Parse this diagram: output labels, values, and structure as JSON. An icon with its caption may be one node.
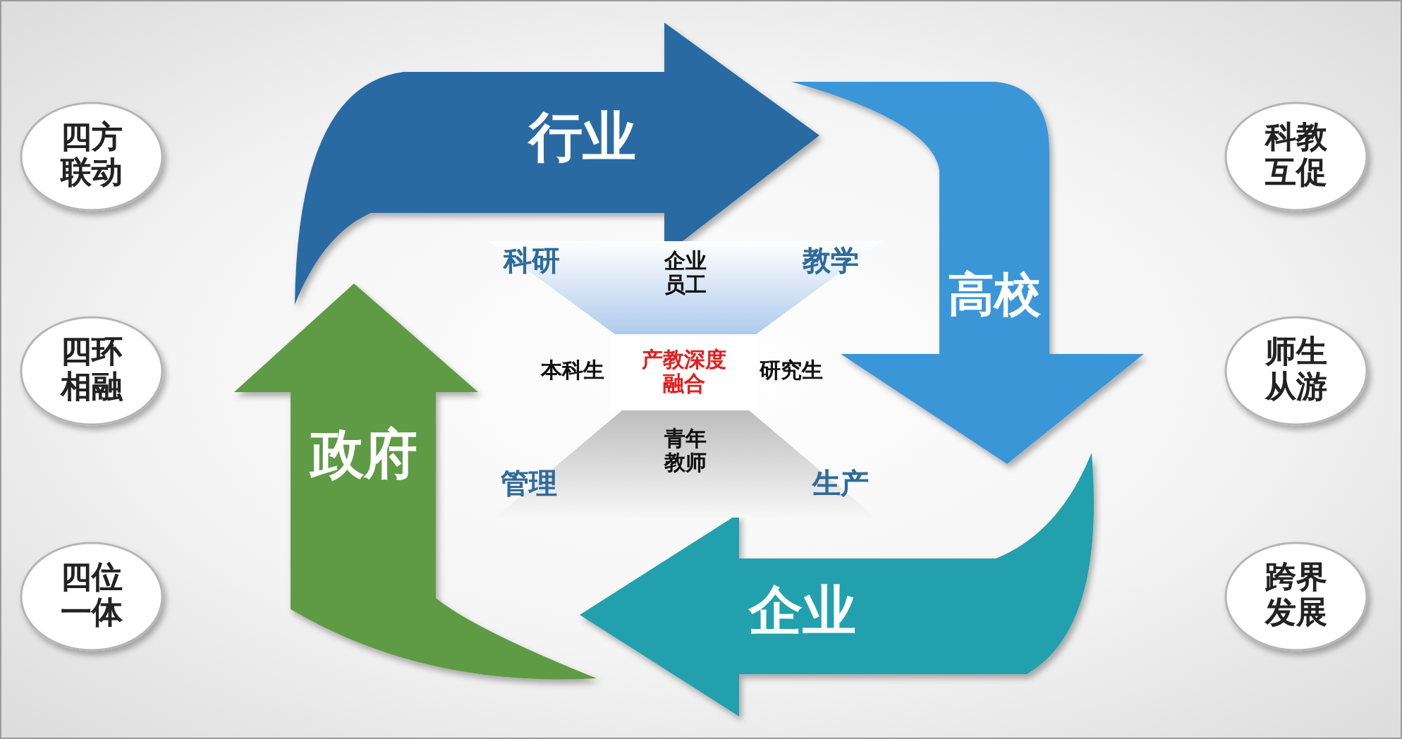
{
  "diagram": {
    "nodes": [
      {
        "text": [
          "四方联动"
        ]
      },
      {
        "text": [
          "行业"
        ]
      },
      {
        "text": [
          "科教互促"
        ]
      },
      {
        "text": [
          "企业员工"
        ]
      },
      {
        "text": [
          "四环相融"
        ]
      },
      {
        "text": [
          "产教深度融合"
        ]
      },
      {
        "text": [
          "高校"
        ]
      },
      {
        "text": [
          "师生从游"
        ]
      },
      {
        "text": [
          "政府"
        ]
      },
      {
        "text": [
          "青年教师"
        ]
      },
      {
        "text": [
          "四位一体"
        ]
      },
      {
        "text": [
          "企业"
        ]
      },
      {
        "text": [
          "跨界发展"
        ]
      }
    ],
    "labels": [
      "科研",
      "教学",
      "本科生",
      "研究生",
      "管理",
      "生产"
    ]
  }
}
